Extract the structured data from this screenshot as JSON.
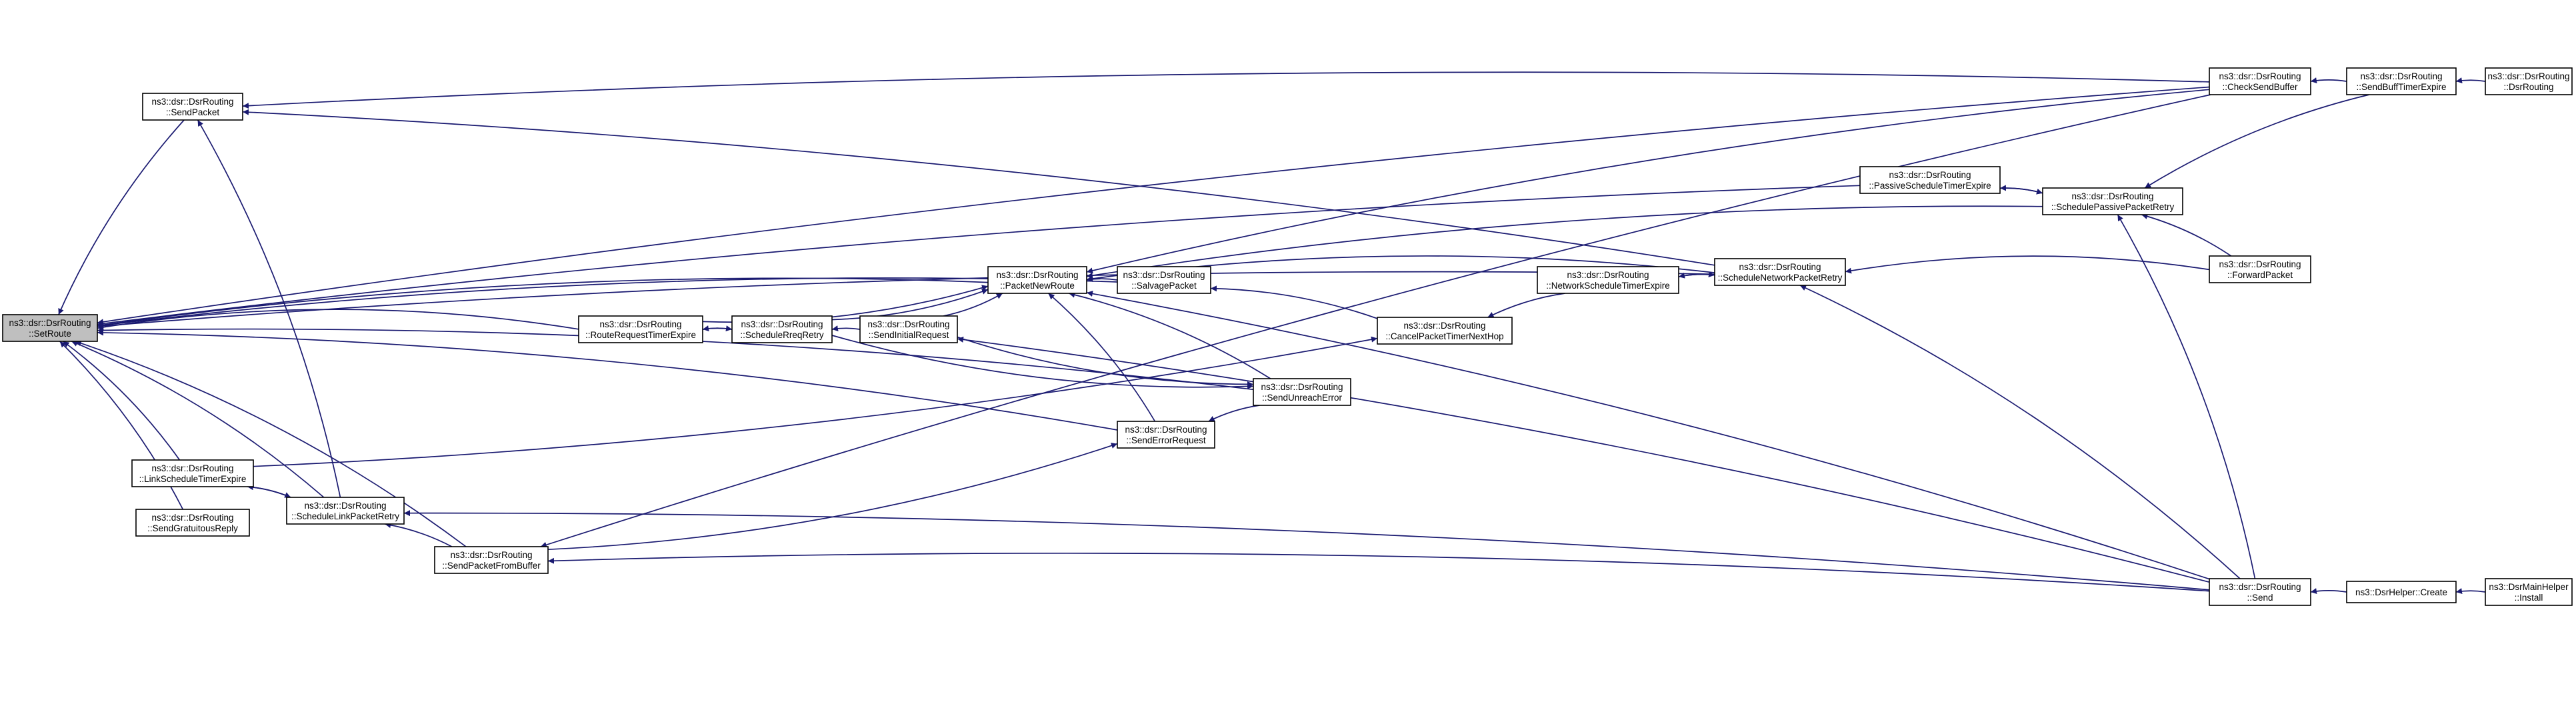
{
  "nodes": [
    {
      "id": "setroute",
      "lines": [
        "ns3::dsr::DsrRouting",
        "::SetRoute"
      ],
      "highlight": true
    },
    {
      "id": "sendpacket",
      "lines": [
        "ns3::dsr::DsrRouting",
        "::SendPacket"
      ]
    },
    {
      "id": "linkscheduletimerexpire",
      "lines": [
        "ns3::dsr::DsrRouting",
        "::LinkScheduleTimerExpire"
      ]
    },
    {
      "id": "sendgratuitousreply",
      "lines": [
        "ns3::dsr::DsrRouting",
        "::SendGratuitousReply"
      ]
    },
    {
      "id": "schedulelinkpacketretry",
      "lines": [
        "ns3::dsr::DsrRouting",
        "::ScheduleLinkPacketRetry"
      ]
    },
    {
      "id": "sendpacketfrombuffer",
      "lines": [
        "ns3::dsr::DsrRouting",
        "::SendPacketFromBuffer"
      ]
    },
    {
      "id": "routerequesttimerexpire",
      "lines": [
        "ns3::dsr::DsrRouting",
        "::RouteRequestTimerExpire"
      ]
    },
    {
      "id": "schedulerreqretry",
      "lines": [
        "ns3::dsr::DsrRouting",
        "::ScheduleRreqRetry"
      ]
    },
    {
      "id": "sendinitialrequest",
      "lines": [
        "ns3::dsr::DsrRouting",
        "::SendInitialRequest"
      ]
    },
    {
      "id": "packetnewroute",
      "lines": [
        "ns3::dsr::DsrRouting",
        "::PacketNewRoute"
      ]
    },
    {
      "id": "salvagepacket",
      "lines": [
        "ns3::dsr::DsrRouting",
        "::SalvagePacket"
      ]
    },
    {
      "id": "senderrorrequest",
      "lines": [
        "ns3::dsr::DsrRouting",
        "::SendErrorRequest"
      ]
    },
    {
      "id": "sendunreacherror",
      "lines": [
        "ns3::dsr::DsrRouting",
        "::SendUnreachError"
      ]
    },
    {
      "id": "cancelpackettimernexthop",
      "lines": [
        "ns3::dsr::DsrRouting",
        "::CancelPacketTimerNextHop"
      ]
    },
    {
      "id": "networkscheduletimerexpire",
      "lines": [
        "ns3::dsr::DsrRouting",
        "::NetworkScheduleTimerExpire"
      ]
    },
    {
      "id": "schedulenetworkpacketretry",
      "lines": [
        "ns3::dsr::DsrRouting",
        "::ScheduleNetworkPacketRetry"
      ]
    },
    {
      "id": "passivescheduletimerexpire",
      "lines": [
        "ns3::dsr::DsrRouting",
        "::PassiveScheduleTimerExpire"
      ]
    },
    {
      "id": "schedulepassivepacketretry",
      "lines": [
        "ns3::dsr::DsrRouting",
        "::SchedulePassivePacketRetry"
      ]
    },
    {
      "id": "checksendbuffer",
      "lines": [
        "ns3::dsr::DsrRouting",
        "::CheckSendBuffer"
      ]
    },
    {
      "id": "sendbufftimerexpire",
      "lines": [
        "ns3::dsr::DsrRouting",
        "::SendBuffTimerExpire"
      ]
    },
    {
      "id": "dsrrouting",
      "lines": [
        "ns3::dsr::DsrRouting",
        "::DsrRouting"
      ]
    },
    {
      "id": "forwardpacket",
      "lines": [
        "ns3::dsr::DsrRouting",
        "::ForwardPacket"
      ]
    },
    {
      "id": "send",
      "lines": [
        "ns3::dsr::DsrRouting",
        "::Send"
      ]
    },
    {
      "id": "dsrhelpercreate",
      "lines": [
        "ns3::DsrHelper::Create"
      ]
    },
    {
      "id": "dsrmainhelperinstall",
      "lines": [
        "ns3::DsrMainHelper",
        "::Install"
      ]
    }
  ],
  "edges": [
    [
      "sendpacket",
      "setroute"
    ],
    [
      "linkscheduletimerexpire",
      "setroute"
    ],
    [
      "sendgratuitousreply",
      "setroute"
    ],
    [
      "schedulelinkpacketretry",
      "setroute"
    ],
    [
      "sendpacketfrombuffer",
      "setroute"
    ],
    [
      "routerequesttimerexpire",
      "setroute"
    ],
    [
      "packetnewroute",
      "setroute"
    ],
    [
      "salvagepacket",
      "setroute"
    ],
    [
      "senderrorrequest",
      "setroute"
    ],
    [
      "sendunreacherror",
      "setroute"
    ],
    [
      "schedulenetworkpacketretry",
      "setroute"
    ],
    [
      "checksendbuffer",
      "setroute"
    ],
    [
      "passivescheduletimerexpire",
      "setroute"
    ],
    [
      "schedulelinkpacketretry",
      "sendpacket"
    ],
    [
      "schedulenetworkpacketretry",
      "sendpacket"
    ],
    [
      "checksendbuffer",
      "sendpacket"
    ],
    [
      "schedulelinkpacketretry",
      "linkscheduletimerexpire"
    ],
    [
      "linkscheduletimerexpire",
      "schedulelinkpacketretry"
    ],
    [
      "sendpacketfrombuffer",
      "schedulelinkpacketretry"
    ],
    [
      "send",
      "schedulelinkpacketretry"
    ],
    [
      "checksendbuffer",
      "sendpacketfrombuffer"
    ],
    [
      "send",
      "sendpacketfrombuffer"
    ],
    [
      "schedulerreqretry",
      "routerequesttimerexpire"
    ],
    [
      "routerequesttimerexpire",
      "schedulerreqretry"
    ],
    [
      "sendinitialrequest",
      "schedulerreqretry"
    ],
    [
      "send",
      "sendinitialrequest"
    ],
    [
      "routerequesttimerexpire",
      "packetnewroute"
    ],
    [
      "schedulerreqretry",
      "packetnewroute"
    ],
    [
      "sendinitialrequest",
      "packetnewroute"
    ],
    [
      "salvagepacket",
      "packetnewroute"
    ],
    [
      "senderrorrequest",
      "packetnewroute"
    ],
    [
      "sendunreacherror",
      "packetnewroute"
    ],
    [
      "schedulenetworkpacketretry",
      "packetnewroute"
    ],
    [
      "schedulepassivepacketretry",
      "packetnewroute"
    ],
    [
      "checksendbuffer",
      "packetnewroute"
    ],
    [
      "send",
      "packetnewroute"
    ],
    [
      "cancelpackettimernexthop",
      "salvagepacket"
    ],
    [
      "sendpacketfrombuffer",
      "senderrorrequest"
    ],
    [
      "sendunreacherror",
      "senderrorrequest"
    ],
    [
      "sendinitialrequest",
      "sendunreacherror"
    ],
    [
      "schedulerreqretry",
      "sendunreacherror"
    ],
    [
      "linkscheduletimerexpire",
      "cancelpackettimernexthop"
    ],
    [
      "networkscheduletimerexpire",
      "cancelpackettimernexthop"
    ],
    [
      "schedulenetworkpacketretry",
      "networkscheduletimerexpire"
    ],
    [
      "networkscheduletimerexpire",
      "schedulenetworkpacketretry"
    ],
    [
      "forwardpacket",
      "schedulenetworkpacketretry"
    ],
    [
      "send",
      "schedulenetworkpacketretry"
    ],
    [
      "schedulepassivepacketretry",
      "passivescheduletimerexpire"
    ],
    [
      "passivescheduletimerexpire",
      "schedulepassivepacketretry"
    ],
    [
      "forwardpacket",
      "schedulepassivepacketretry"
    ],
    [
      "send",
      "schedulepassivepacketretry"
    ],
    [
      "sendbufftimerexpire",
      "checksendbuffer"
    ],
    [
      "sendbufftimerexpire",
      "schedulepassivepacketretry"
    ],
    [
      "dsrrouting",
      "sendbufftimerexpire"
    ],
    [
      "dsrhelpercreate",
      "send"
    ],
    [
      "dsrmainhelperinstall",
      "dsrhelpercreate"
    ]
  ]
}
